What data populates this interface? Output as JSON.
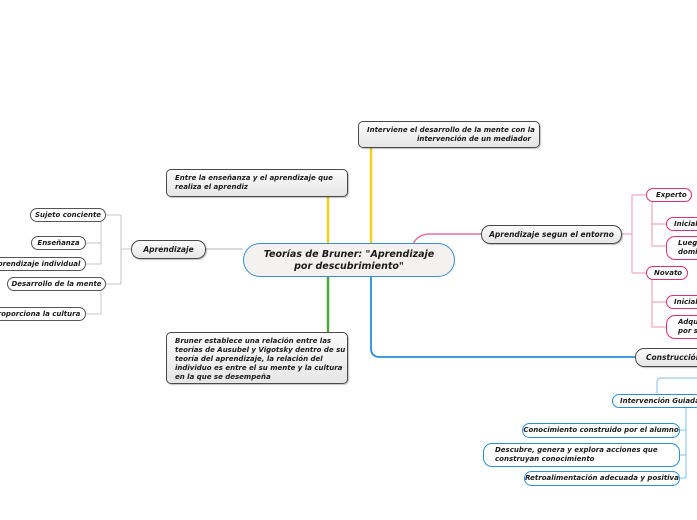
{
  "colors": {
    "main_border": "#3b8fd6",
    "branch_yellow": "#f0d020",
    "branch_green": "#4aa83a",
    "branch_pink": "#e04a80",
    "branch_blue": "#2a8fd8",
    "branch_gray": "#bdbdbd"
  },
  "central": {
    "text": "Teorías de Bruner: \"Aprendizaje por descubrimiento\"",
    "line1": "Teorías de Bruner: \"Aprendizaje",
    "line2": "por descubrimiento\""
  },
  "topics": {
    "mediador": {
      "line1": "Interviene el desarrollo de la mente con la",
      "line2": "intervención de un mediador"
    },
    "ensenanza": {
      "line1": "Entre la enseñanza y el aprendizaje que",
      "line2": "realiza el aprendiz"
    },
    "relacion": {
      "lines": [
        "Bruner establece una relación entre las",
        "teorías de Ausubel y Vigotsky dentro de su",
        "teoría del aprendizaje, la relación del",
        "individuo es entre el su mente y la cultura",
        "en la que se desempeña"
      ]
    }
  },
  "aprendizaje": {
    "label": "Aprendizaje",
    "children": [
      "Sujeto conciente",
      "Enseñanza",
      "Aprendizaje individual",
      "Desarrollo de la mente",
      "Proporciona la cultura"
    ],
    "children_visible": [
      "Sujeto conciente",
      "Enseñanza",
      "prendizaje individual",
      "Desarrollo de la mente",
      "roporciona la cultura"
    ]
  },
  "entorno": {
    "label": "Aprendizaje segun el entorno",
    "experto": {
      "label": "Experto",
      "children": [
        "Inicial",
        "Luego",
        "domi"
      ]
    },
    "novato": {
      "label": "Novato",
      "children": [
        "Inicial",
        "Adqu",
        "por s"
      ]
    }
  },
  "construccion": {
    "label": "Construcción",
    "guiada": "Intervención Guiada",
    "children": [
      "Conocimiento construido por el alumno",
      "Descubre, genera y explora acciones que",
      "construyan conocimiento",
      "Retroalimentación adecuada y positiva"
    ]
  }
}
